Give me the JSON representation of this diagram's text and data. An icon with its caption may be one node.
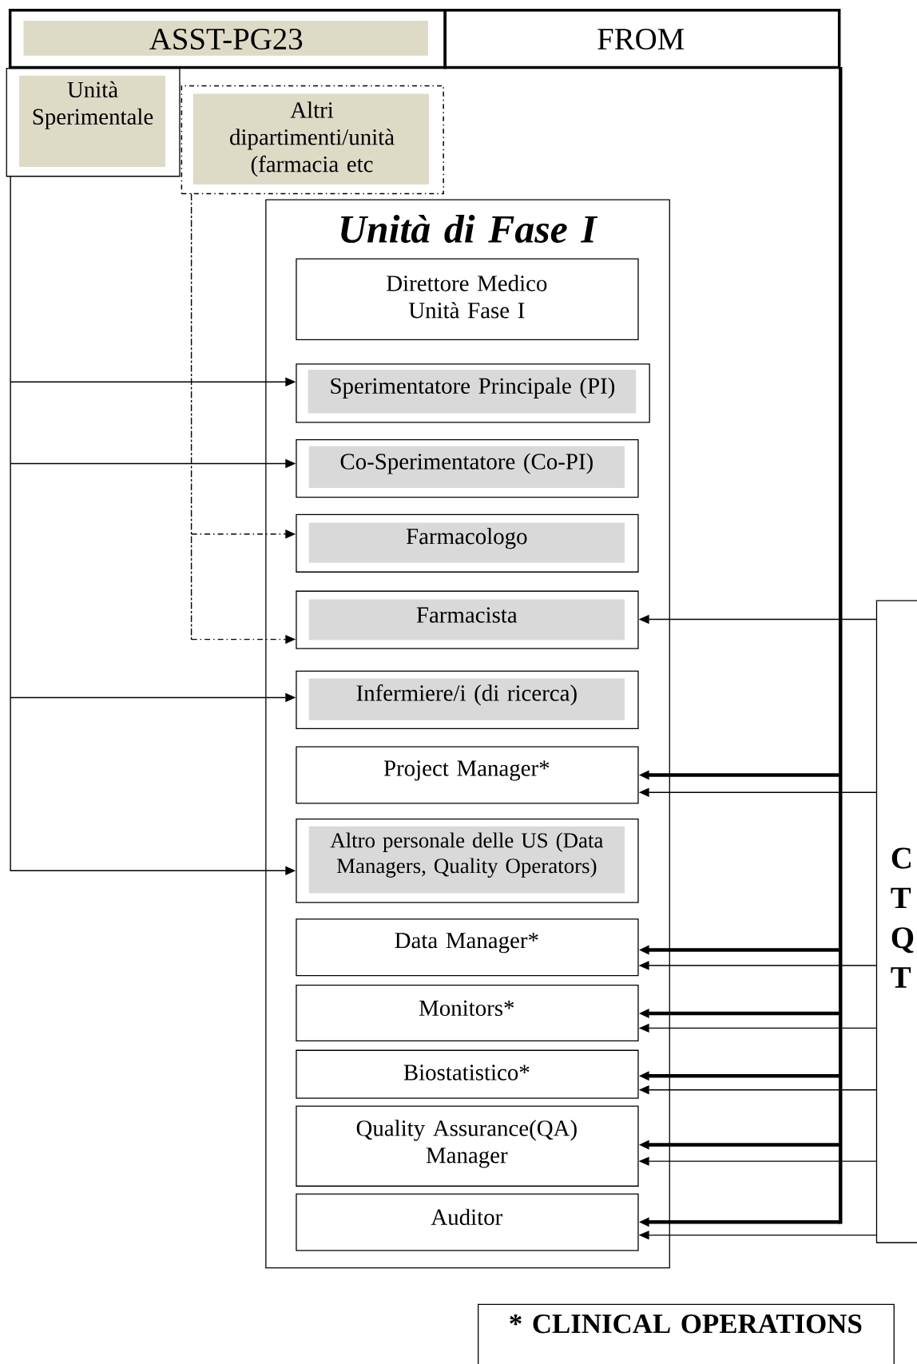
{
  "diagram": {
    "nodes": [
      {
        "text": [
          "ASST-PG23"
        ]
      },
      {
        "text": [
          "FROM"
        ]
      },
      {
        "text": [
          "Unità Sperimentale"
        ]
      },
      {
        "text": [
          "Altri dipartimenti/unità (farmacia etc"
        ]
      },
      {
        "text": [
          "Unità di Fase I"
        ]
      },
      {
        "text": [
          "Direttore Medico Unità Fase I"
        ],
        "in": 4
      },
      {
        "text": [
          "Sperimentatore Principale (PI)"
        ],
        "in": 4
      },
      {
        "text": [
          "Co-Sperimentatore (Co-PI)"
        ],
        "in": 4
      },
      {
        "text": [
          "Farmacologo"
        ],
        "in": 4
      },
      {
        "text": [
          "Farmacista"
        ],
        "in": 4
      },
      {
        "text": [
          "Infermiere/i (di ricerca)"
        ],
        "in": 4
      },
      {
        "text": [
          "Project Manager*"
        ],
        "in": 4
      },
      {
        "text": [
          "Altro personale delle US (Data Managers, Quality Operators)"
        ],
        "in": 4
      },
      {
        "text": [
          "Data Manager*"
        ],
        "in": 4
      },
      {
        "text": [
          "Monitors*"
        ],
        "in": 4
      },
      {
        "text": [
          "Biostatistico*"
        ],
        "in": 4
      },
      {
        "text": [
          "Quality Assurance(QA) Manager"
        ],
        "in": 4
      },
      {
        "text": [
          "Auditor"
        ],
        "in": 4
      },
      {
        "text": [
          "C T Q T"
        ]
      },
      {
        "text": [
          "* CLINICAL OPERATIONS"
        ]
      }
    ],
    "edges": [
      {
        "from": 2,
        "to": 6,
        "arrow": "to"
      },
      {
        "from": 2,
        "to": 7,
        "arrow": "to"
      },
      {
        "from": 2,
        "to": 10,
        "arrow": "to"
      },
      {
        "from": 2,
        "to": 12,
        "arrow": "to"
      },
      {
        "from": 3,
        "to": 8,
        "arrow": "to",
        "style": "dashed"
      },
      {
        "from": 3,
        "to": 9,
        "arrow": "to",
        "style": "dashed"
      },
      {
        "from": 18,
        "to": 9,
        "arrow": "to"
      },
      {
        "from": 1,
        "to": 11,
        "arrow": "to",
        "style": "thick"
      },
      {
        "from": 18,
        "to": 11,
        "arrow": "to"
      },
      {
        "from": 1,
        "to": 13,
        "arrow": "to",
        "style": "thick"
      },
      {
        "from": 18,
        "to": 13,
        "arrow": "to"
      },
      {
        "from": 1,
        "to": 14,
        "arrow": "to",
        "style": "thick"
      },
      {
        "from": 18,
        "to": 14,
        "arrow": "to"
      },
      {
        "from": 1,
        "to": 15,
        "arrow": "to",
        "style": "thick"
      },
      {
        "from": 18,
        "to": 15,
        "arrow": "to"
      },
      {
        "from": 1,
        "to": 16,
        "arrow": "to",
        "style": "thick"
      },
      {
        "from": 18,
        "to": 16,
        "arrow": "to"
      },
      {
        "from": 1,
        "to": 17,
        "arrow": "to",
        "style": "thick"
      },
      {
        "from": 18,
        "to": 17,
        "arrow": "to"
      }
    ]
  }
}
